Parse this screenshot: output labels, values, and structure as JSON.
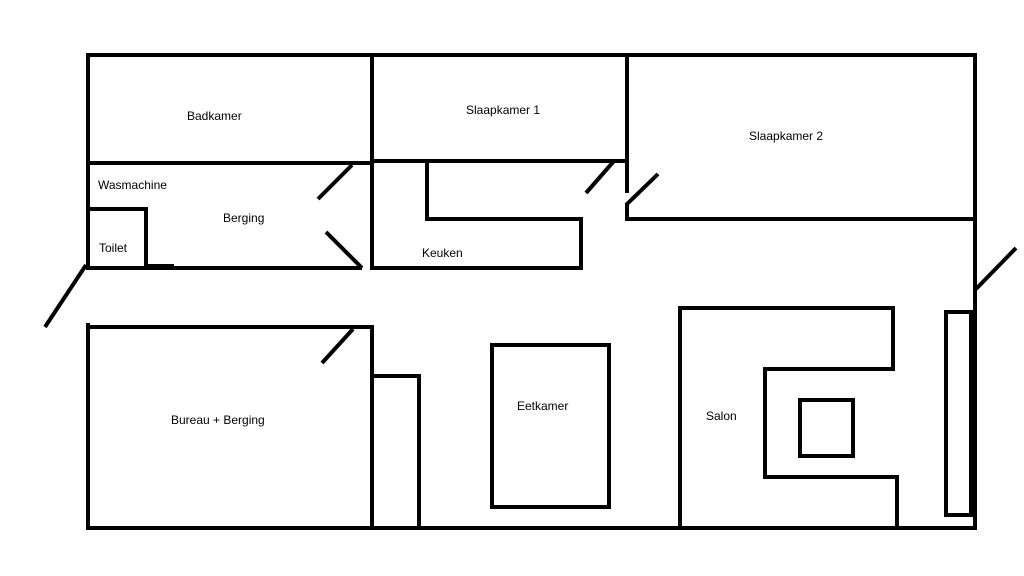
{
  "rooms": {
    "badkamer": "Badkamer",
    "slaapkamer1": "Slaapkamer 1",
    "slaapkamer2": "Slaapkamer 2",
    "wasmachine": "Wasmachine",
    "berging": "Berging",
    "toilet": "Toilet",
    "keuken": "Keuken",
    "bureau": "Bureau + Berging",
    "eetkamer": "Eetkamer",
    "salon": "Salon"
  },
  "colors": {
    "ink": "#000000",
    "paper": "#ffffff"
  }
}
